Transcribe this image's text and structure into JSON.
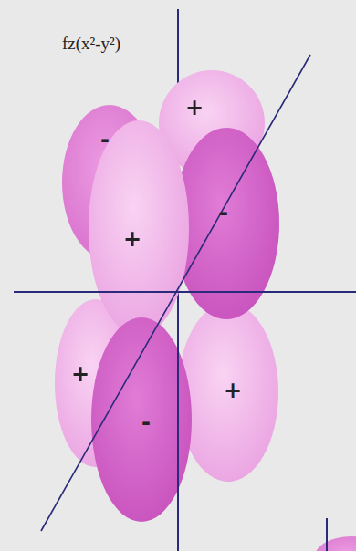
{
  "diagram": {
    "title": "fz(x²-y²)",
    "labels": [
      "+",
      "-",
      "+",
      "-",
      "+",
      "-",
      "+"
    ]
  }
}
